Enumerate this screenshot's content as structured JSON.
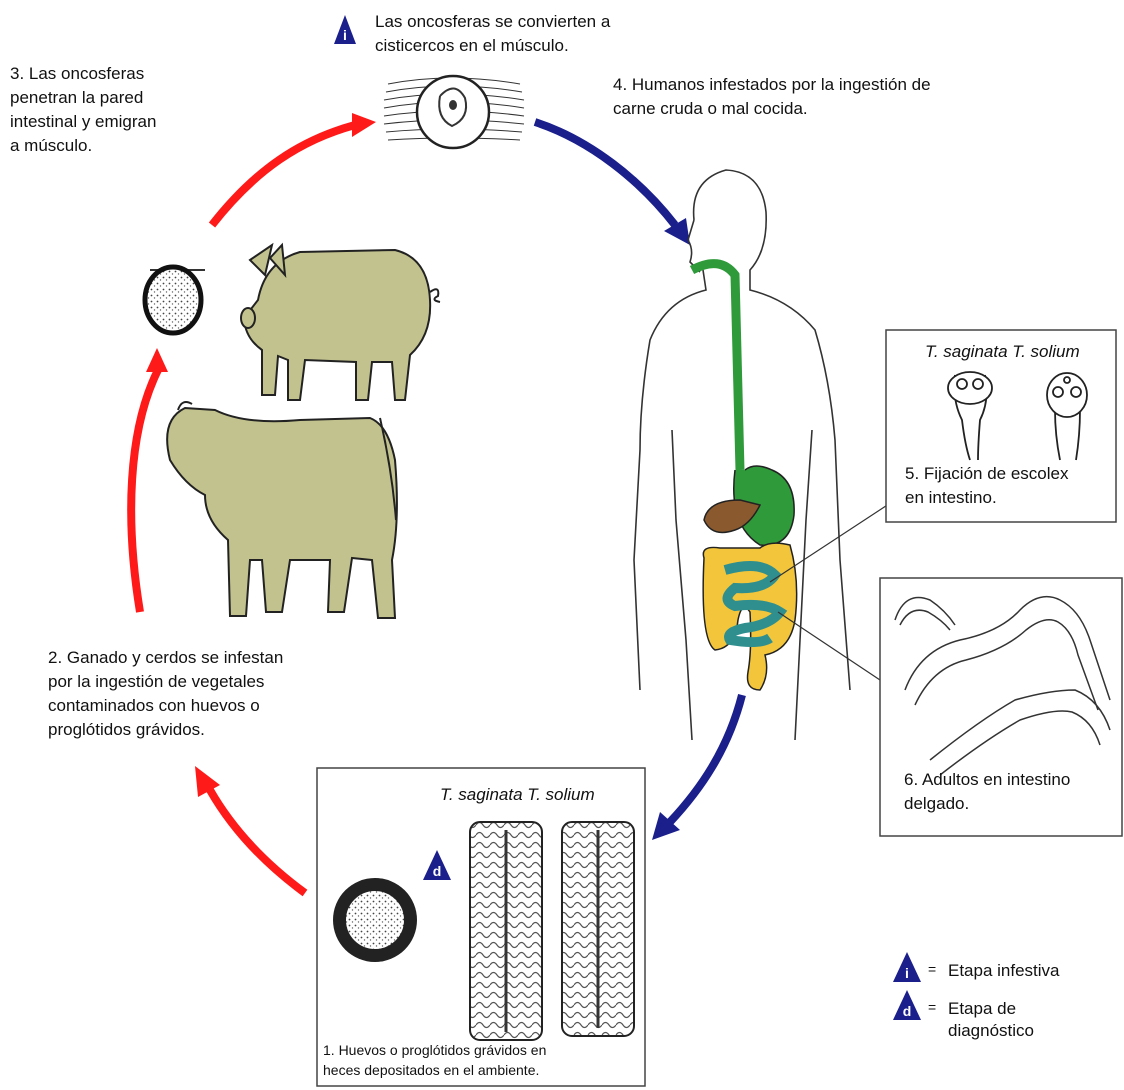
{
  "labels": {
    "step_infective_top": "Las oncosferas se convierten a\ncisticercos en el músculo.",
    "step3": "3. Las oncosferas\n    penetran la pared\n    intestinal y emigran\n    a músculo.",
    "step4": "4. Humanos infestados por la ingestión de\n    carne cruda o mal cocida.",
    "step2": "2. Ganado y cerdos se infestan\n    por la ingestión de vegetales\n    contaminados con huevos o\n    proglótidos grávidos.",
    "step5_title": "T. saginata T. solium",
    "step5": "5. Fijación de escolex\n    en intestino.",
    "step6": "6. Adultos en intestino\n    delgado.",
    "step1_title": "T. saginata T. solium",
    "step1": "1. Huevos o proglótidos grávidos en\n    heces depositados en el ambiente."
  },
  "legend": {
    "infective_letter": "i",
    "diagnostic_letter": "d",
    "eq": "=",
    "infective": "Etapa infestiva",
    "diagnostic": "Etapa de\ndiagnóstico"
  },
  "colors": {
    "red_arrow": "#ff1a1a",
    "blue_arrow": "#1a1f8c",
    "animal": "#c2c28e",
    "digestive_green": "#2e9a3a",
    "colon_yellow": "#f2c53a",
    "liver_brown": "#8a5a2e",
    "small_intestine_teal": "#2f8f8f"
  }
}
